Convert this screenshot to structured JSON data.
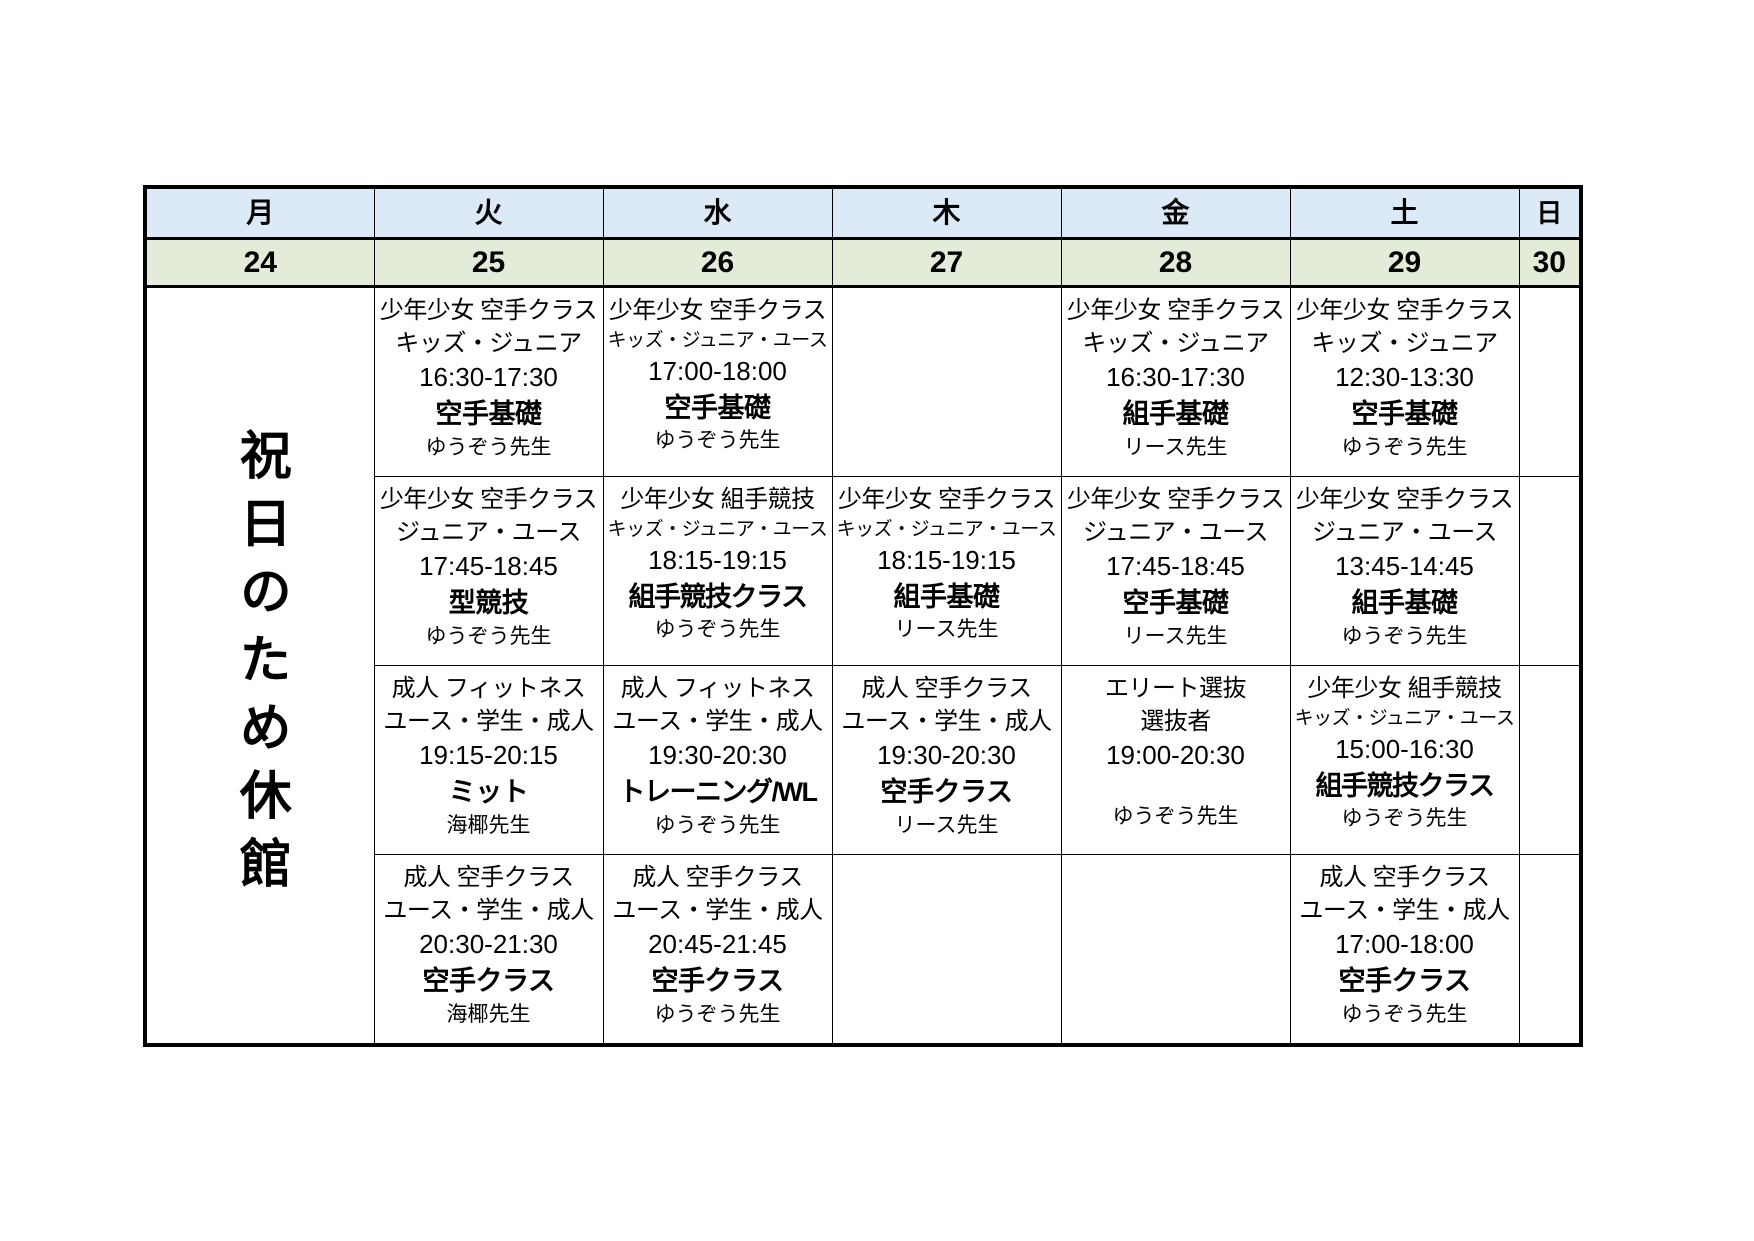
{
  "table": {
    "dow_headers": [
      "月",
      "火",
      "水",
      "木",
      "金",
      "土",
      "日"
    ],
    "dates": [
      "24",
      "25",
      "26",
      "27",
      "28",
      "29",
      "30"
    ],
    "holiday_note": "祝日のため休館"
  },
  "rows": [
    {
      "mon": null,
      "tue": {
        "group": "少年少女 空手クラス",
        "level": "キッズ・ジュニア",
        "level_small": false,
        "time": "16:30-17:30",
        "name": "空手基礎",
        "teacher": "ゆうぞう先生"
      },
      "wed": {
        "group": "少年少女 空手クラス",
        "level": "キッズ・ジュニア・ユース",
        "level_small": true,
        "time": "17:00-18:00",
        "name": "空手基礎",
        "teacher": "ゆうぞう先生"
      },
      "thu": null,
      "fri": {
        "group": "少年少女 空手クラス",
        "level": "キッズ・ジュニア",
        "level_small": false,
        "time": "16:30-17:30",
        "name": "組手基礎",
        "teacher": "リース先生"
      },
      "sat": {
        "group": "少年少女 空手クラス",
        "level": "キッズ・ジュニア",
        "level_small": false,
        "time": "12:30-13:30",
        "name": "空手基礎",
        "teacher": "ゆうぞう先生"
      },
      "sun": null
    },
    {
      "tue": {
        "group": "少年少女 空手クラス",
        "level": "ジュニア・ユース",
        "level_small": false,
        "time": "17:45-18:45",
        "name": "型競技",
        "teacher": "ゆうぞう先生"
      },
      "wed": {
        "group": "少年少女 組手競技",
        "level": "キッズ・ジュニア・ユース",
        "level_small": true,
        "time": "18:15-19:15",
        "name": "組手競技クラス",
        "teacher": "ゆうぞう先生"
      },
      "thu": {
        "group": "少年少女 空手クラス",
        "level": "キッズ・ジュニア・ユース",
        "level_small": true,
        "time": "18:15-19:15",
        "name": "組手基礎",
        "teacher": "リース先生"
      },
      "fri": {
        "group": "少年少女 空手クラス",
        "level": "ジュニア・ユース",
        "level_small": false,
        "time": "17:45-18:45",
        "name": "空手基礎",
        "teacher": "リース先生"
      },
      "sat": {
        "group": "少年少女 空手クラス",
        "level": "ジュニア・ユース",
        "level_small": false,
        "time": "13:45-14:45",
        "name": "組手基礎",
        "teacher": "ゆうぞう先生"
      },
      "sun": null
    },
    {
      "tue": {
        "group": "成人 フィットネス",
        "level": "ユース・学生・成人",
        "level_small": false,
        "time": "19:15-20:15",
        "name": "ミット",
        "teacher": "海椰先生"
      },
      "wed": {
        "group": "成人 フィットネス",
        "level": "ユース・学生・成人",
        "level_small": false,
        "time": "19:30-20:30",
        "name": "トレーニング/WL",
        "teacher": "ゆうぞう先生"
      },
      "thu": {
        "group": "成人 空手クラス",
        "level": "ユース・学生・成人",
        "level_small": false,
        "time": "19:30-20:30",
        "name": "空手クラス",
        "teacher": "リース先生"
      },
      "fri": {
        "group": "エリート選抜",
        "level": "選抜者",
        "level_small": false,
        "time": "19:00-20:30",
        "name": "",
        "teacher": "ゆうぞう先生"
      },
      "sat": {
        "group": "少年少女 組手競技",
        "level": "キッズ・ジュニア・ユース",
        "level_small": true,
        "time": "15:00-16:30",
        "name": "組手競技クラス",
        "teacher": "ゆうぞう先生"
      },
      "sun": null
    },
    {
      "tue": {
        "group": "成人 空手クラス",
        "level": "ユース・学生・成人",
        "level_small": false,
        "time": "20:30-21:30",
        "name": "空手クラス",
        "teacher": "海椰先生"
      },
      "wed": {
        "group": "成人 空手クラス",
        "level": "ユース・学生・成人",
        "level_small": false,
        "time": "20:45-21:45",
        "name": "空手クラス",
        "teacher": "ゆうぞう先生"
      },
      "thu": null,
      "fri": null,
      "sat": {
        "group": "成人 空手クラス",
        "level": "ユース・学生・成人",
        "level_small": false,
        "time": "17:00-18:00",
        "name": "空手クラス",
        "teacher": "ゆうぞう先生"
      },
      "sun": null
    }
  ]
}
